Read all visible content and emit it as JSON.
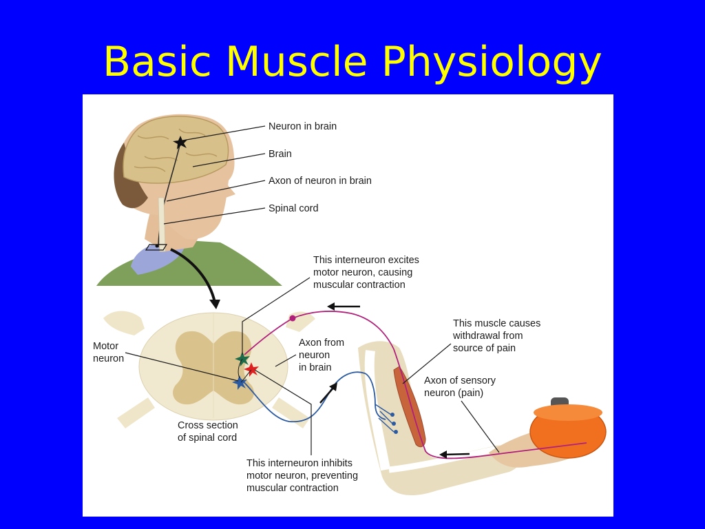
{
  "slide": {
    "title": "Basic Muscle Physiology",
    "title_color": "#FFFF00",
    "background_color": "#0000FF"
  },
  "diagram": {
    "labels": {
      "neuron_in_brain": "Neuron in brain",
      "brain": "Brain",
      "axon_of_neuron_in_brain": "Axon of neuron in brain",
      "spinal_cord": "Spinal cord",
      "interneuron_excites": [
        "This interneuron excites",
        "motor neuron, causing",
        "muscular contraction"
      ],
      "motor_neuron": [
        "Motor",
        "neuron"
      ],
      "axon_from_neuron_in_brain": [
        "Axon from",
        "neuron",
        "in brain"
      ],
      "muscle_withdrawal": [
        "This muscle causes",
        "withdrawal from",
        "source of pain"
      ],
      "axon_of_sensory_neuron": [
        "Axon of sensory",
        "neuron (pain)"
      ],
      "cross_section": [
        "Cross section",
        "of spinal cord"
      ],
      "interneuron_inhibits": [
        "This interneuron inhibits",
        "motor neuron, preventing",
        "muscular contraction"
      ]
    },
    "colors": {
      "sensory_axon": "#B0207A",
      "motor_axon": "#2C5AA0",
      "excitatory_interneuron": "#1E6B4A",
      "inhibitory_interneuron": "#E02020",
      "muscle": "#C8643C",
      "pot": "#F07020"
    }
  }
}
